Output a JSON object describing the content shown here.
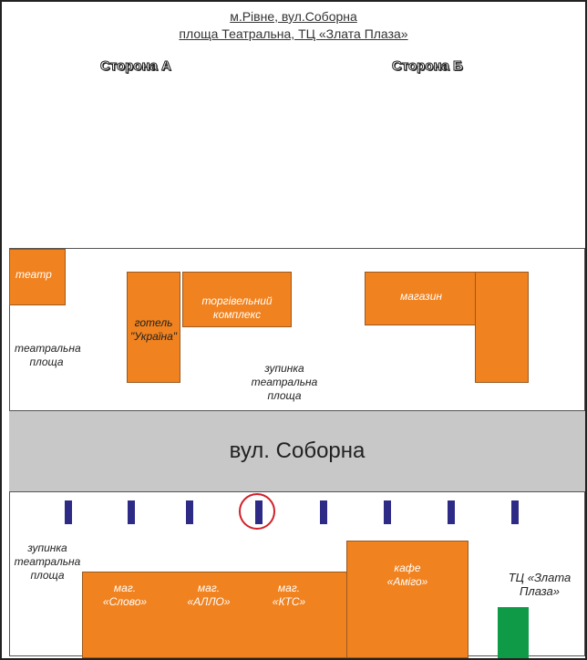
{
  "title_line1": "м.Рівне, вул.Соборна",
  "title_line2": "площа Театральна, ТЦ «Злата Плаза»",
  "side_a": "Сторона А",
  "side_b": "Сторона Б",
  "street": "вул. Соборна",
  "north": {
    "theatre": "театр",
    "theatre_square": [
      "театральна",
      "площа"
    ],
    "hotel": [
      "готель",
      "\"Україна\""
    ],
    "mall": [
      "торгівельний",
      "комплекс"
    ],
    "shop": "магазин",
    "stop": [
      "зупинка",
      "театральна",
      "площа"
    ]
  },
  "south": {
    "stop": [
      "зупинка",
      "театральна",
      "площа"
    ],
    "shops": [
      [
        "маг.",
        "«Слово»"
      ],
      [
        "маг.",
        "«АЛЛО»"
      ],
      [
        "маг.",
        "«КТС»"
      ]
    ],
    "cafe": [
      "кафе",
      "«Аміго»"
    ],
    "tc": [
      "ТЦ «Злата",
      "Плаза»"
    ]
  },
  "billboard_count": 8,
  "highlighted_billboard": 4,
  "colors": {
    "building": "#f0821f",
    "billboard": "#2e2b86",
    "highlight": "#d0202a",
    "tc": "#0f9a48",
    "road": "#c8c8c8"
  }
}
